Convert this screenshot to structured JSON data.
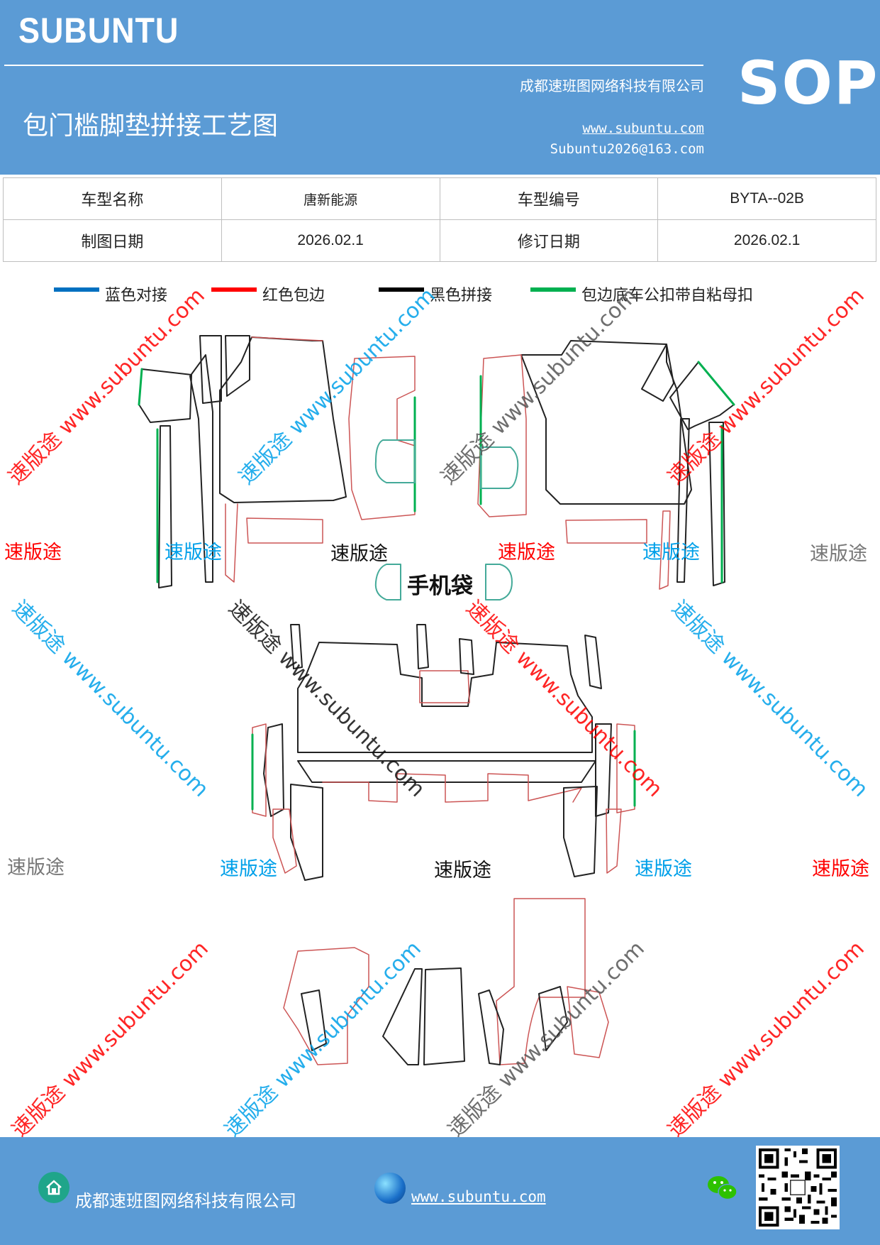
{
  "header": {
    "brand": "SUBUNTU",
    "doc_type": "SOP",
    "company": "成都速班图网络科技有限公司",
    "title": "包门槛脚垫拼接工艺图",
    "website": "www.subuntu.com",
    "email": "Subuntu2026@163.com",
    "bg_color": "#5b9bd5"
  },
  "info_table": {
    "rows": [
      {
        "label1": "车型名称",
        "value1": "唐新能源",
        "label2": "车型编号",
        "value2": "BYTA--02B"
      },
      {
        "label1": "制图日期",
        "value1": "2026.02.1",
        "label2": "修订日期",
        "value2": "2026.02.1"
      }
    ]
  },
  "legend": [
    {
      "color": "#0070c0",
      "label": "蓝色对接"
    },
    {
      "color": "#ff0000",
      "label": "红色包边"
    },
    {
      "color": "#000000",
      "label": "黑色拼接"
    },
    {
      "color": "#00b050",
      "label": "包边底车公扣带自粘母扣"
    }
  ],
  "watermarks": {
    "slogan_cn": "速版途",
    "slogan_url": "www.subuntu.com",
    "colors": {
      "red": "#ff0000",
      "blue": "#00a0e9",
      "black": "#111111",
      "gray": "#777777"
    }
  },
  "drawing": {
    "phone_bag_label": "手机袋"
  },
  "footer": {
    "company": "成都速班图网络科技有限公司",
    "website": "www.subuntu.com",
    "home_icon": "home-icon",
    "globe_icon": "globe-icon",
    "wechat_icon": "wechat-icon",
    "qr_code": "qr-code"
  }
}
